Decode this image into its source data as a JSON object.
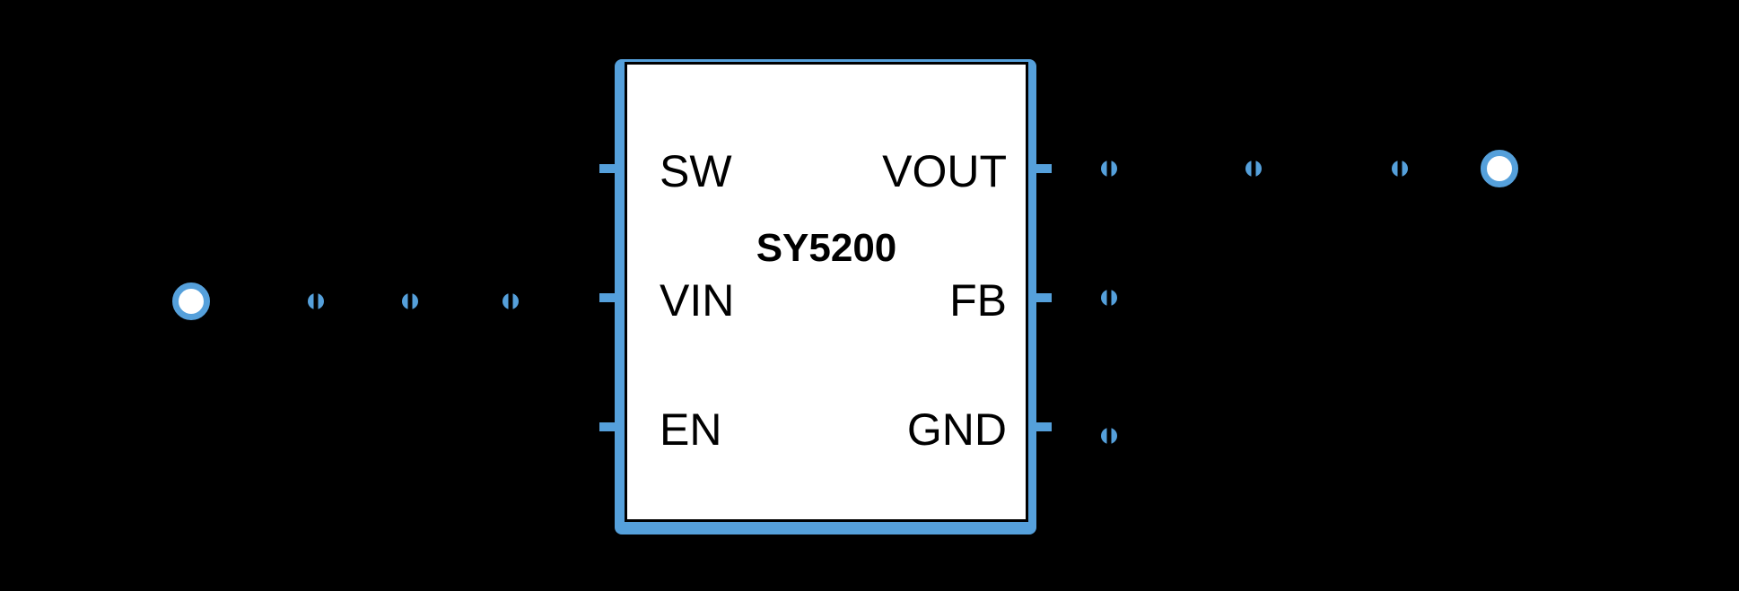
{
  "colors": {
    "background": "#000000",
    "accent": "#55A0DB",
    "chip_fill": "#FFFFFF",
    "label": "#000000",
    "wire": "#000000"
  },
  "chip": {
    "title": "SY5200",
    "pins_left": [
      {
        "label": "SW"
      },
      {
        "label": "VIN"
      },
      {
        "label": "EN"
      }
    ],
    "pins_right": [
      {
        "label": "VOUT"
      },
      {
        "label": "FB"
      },
      {
        "label": "GND"
      }
    ]
  },
  "icons": {
    "input_terminal": "terminal-circle-icon",
    "output_terminal": "terminal-circle-icon",
    "junction": "junction-dot-icon"
  }
}
